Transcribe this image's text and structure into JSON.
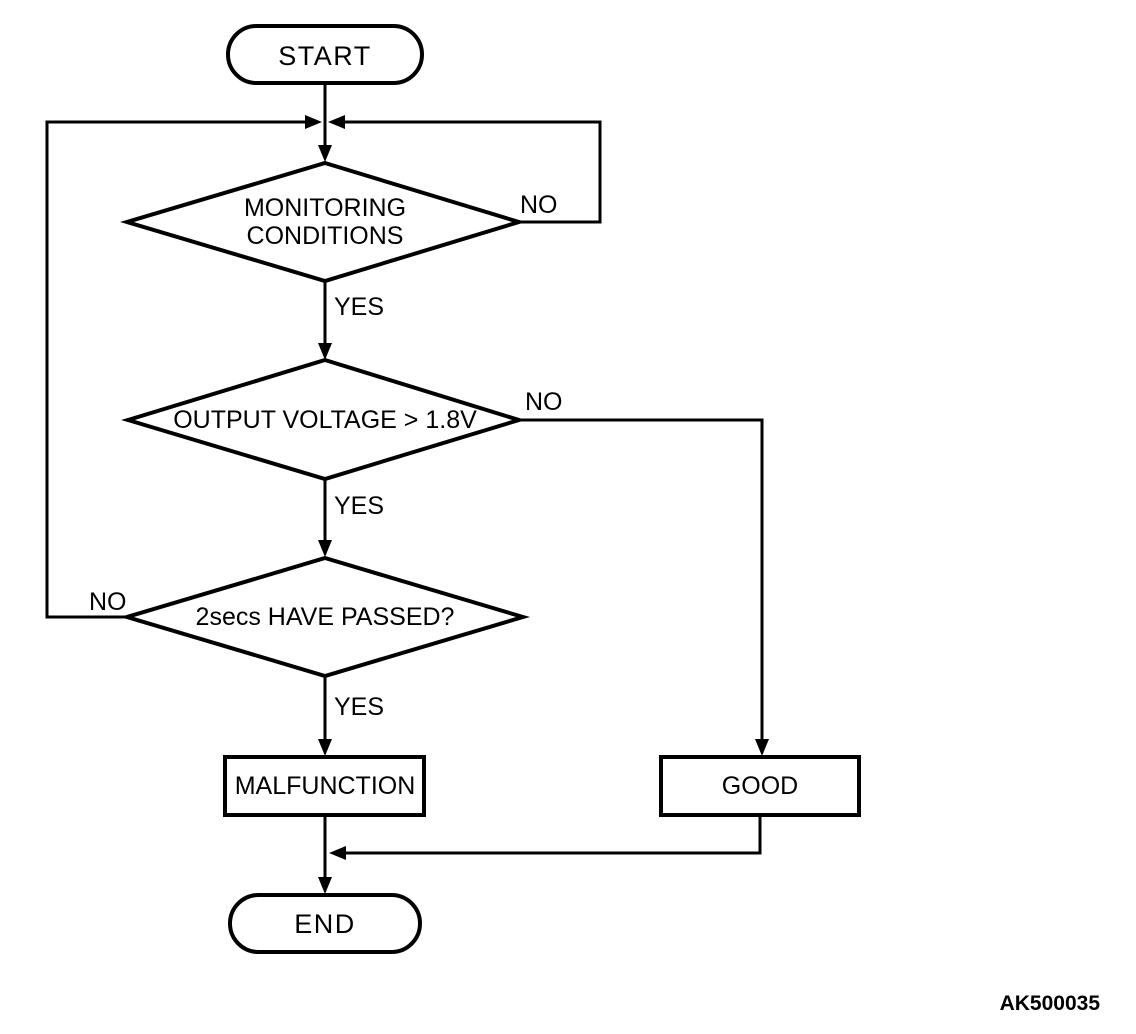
{
  "figure_code": "AK500035",
  "flowchart": {
    "nodes": {
      "start": {
        "type": "terminator",
        "label": "START"
      },
      "monitoring_conditions": {
        "type": "decision",
        "label_line1": "MONITORING",
        "label_line2": "CONDITIONS"
      },
      "output_voltage": {
        "type": "decision",
        "label": "OUTPUT VOLTAGE > 1.8V"
      },
      "secs_passed": {
        "type": "decision",
        "label": "2secs HAVE PASSED?"
      },
      "malfunction": {
        "type": "process",
        "label": "MALFUNCTION"
      },
      "good": {
        "type": "process",
        "label": "GOOD"
      },
      "end": {
        "type": "terminator",
        "label": "END"
      }
    },
    "edge_labels": {
      "monitoring_no": "NO",
      "monitoring_yes": "YES",
      "voltage_no": "NO",
      "voltage_yes": "YES",
      "passed_no": "NO",
      "passed_yes": "YES"
    },
    "colors": {
      "line": "#000000",
      "background": "#ffffff"
    }
  }
}
